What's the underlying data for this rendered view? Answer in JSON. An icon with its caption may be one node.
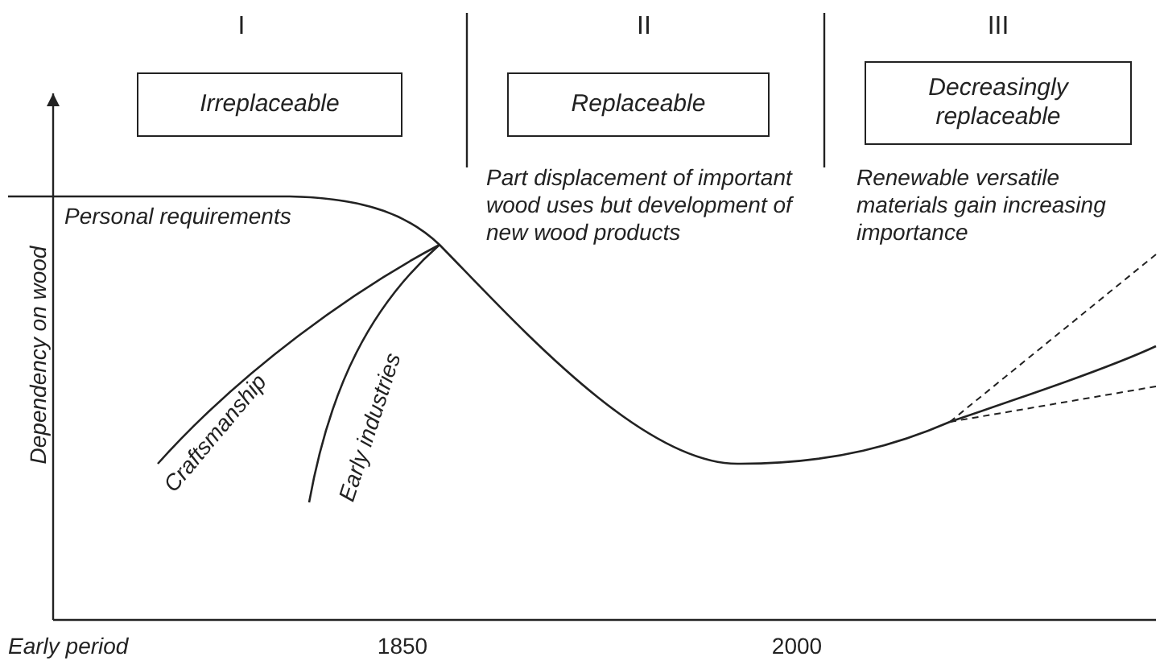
{
  "diagram": {
    "nodes": [
      {
        "text": [
          "Irreplaceable"
        ]
      },
      {
        "text": [
          "Replaceable"
        ]
      },
      {
        "text": [
          "Decreasingly replaceable"
        ]
      }
    ],
    "labels": [
      "I",
      "II",
      "III",
      "Part displacement of important wood uses but development of new wood products",
      "Renewable versatile materials gain increasing importance",
      "Personal requirements",
      "Craftsmanship",
      "Early industries",
      "Dependency on wood",
      "Early period",
      "1850",
      "2000"
    ]
  }
}
